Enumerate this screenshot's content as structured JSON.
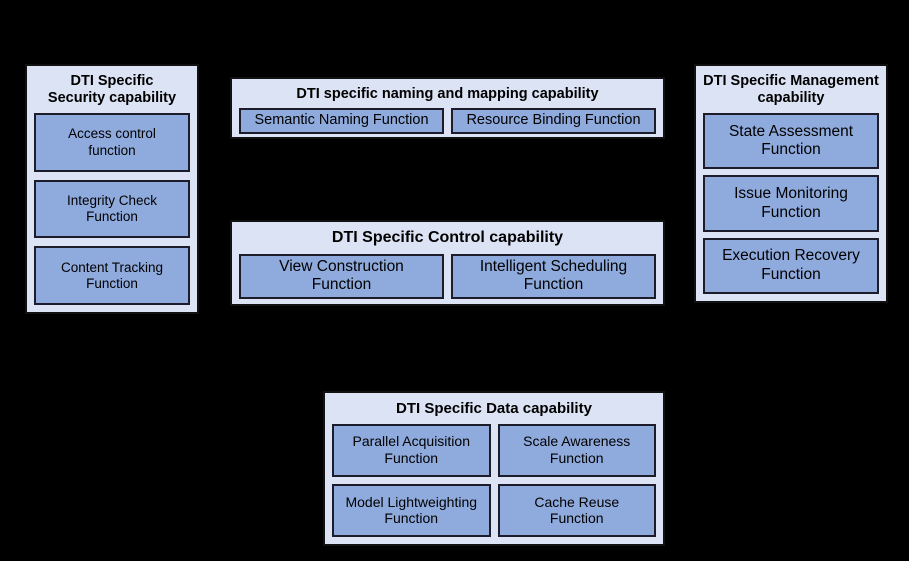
{
  "diagram": {
    "type": "block-diagram",
    "background_color": "#000000",
    "panel_fill_color": "#DCE3F4",
    "panel_border_color": "#111111",
    "function_fill_color": "#8FAADC",
    "function_border_color": "#1C1C2B",
    "panels": [
      {
        "id": "security",
        "title": "DTI Specific\nSecurity capability",
        "rows": [
          {
            "boxes": [
              {
                "label": "Access control\nfunction"
              }
            ]
          },
          {
            "boxes": [
              {
                "label": "Integrity Check\nFunction"
              }
            ]
          },
          {
            "boxes": [
              {
                "label": "Content Tracking\nFunction"
              }
            ]
          }
        ]
      },
      {
        "id": "naming",
        "title": "DTI specific naming and mapping capability",
        "rows": [
          {
            "boxes": [
              {
                "label": "Semantic Naming Function"
              },
              {
                "label": "Resource Binding Function"
              }
            ]
          }
        ]
      },
      {
        "id": "control",
        "title": "DTI Specific Control capability",
        "rows": [
          {
            "boxes": [
              {
                "label": "View Construction\nFunction"
              },
              {
                "label": "Intelligent Scheduling\nFunction"
              }
            ]
          }
        ]
      },
      {
        "id": "management",
        "title": "DTI Specific Management\ncapability",
        "rows": [
          {
            "boxes": [
              {
                "label": "State Assessment\nFunction"
              }
            ]
          },
          {
            "boxes": [
              {
                "label": "Issue Monitoring\nFunction"
              }
            ]
          },
          {
            "boxes": [
              {
                "label": "Execution Recovery\nFunction"
              }
            ]
          }
        ]
      },
      {
        "id": "data",
        "title": "DTI Specific Data capability",
        "rows": [
          {
            "boxes": [
              {
                "label": "Parallel Acquisition\nFunction"
              },
              {
                "label": "Scale Awareness\nFunction"
              }
            ]
          },
          {
            "boxes": [
              {
                "label": "Model Lightweighting\nFunction"
              },
              {
                "label": "Cache Reuse\nFunction"
              }
            ]
          }
        ]
      }
    ]
  }
}
